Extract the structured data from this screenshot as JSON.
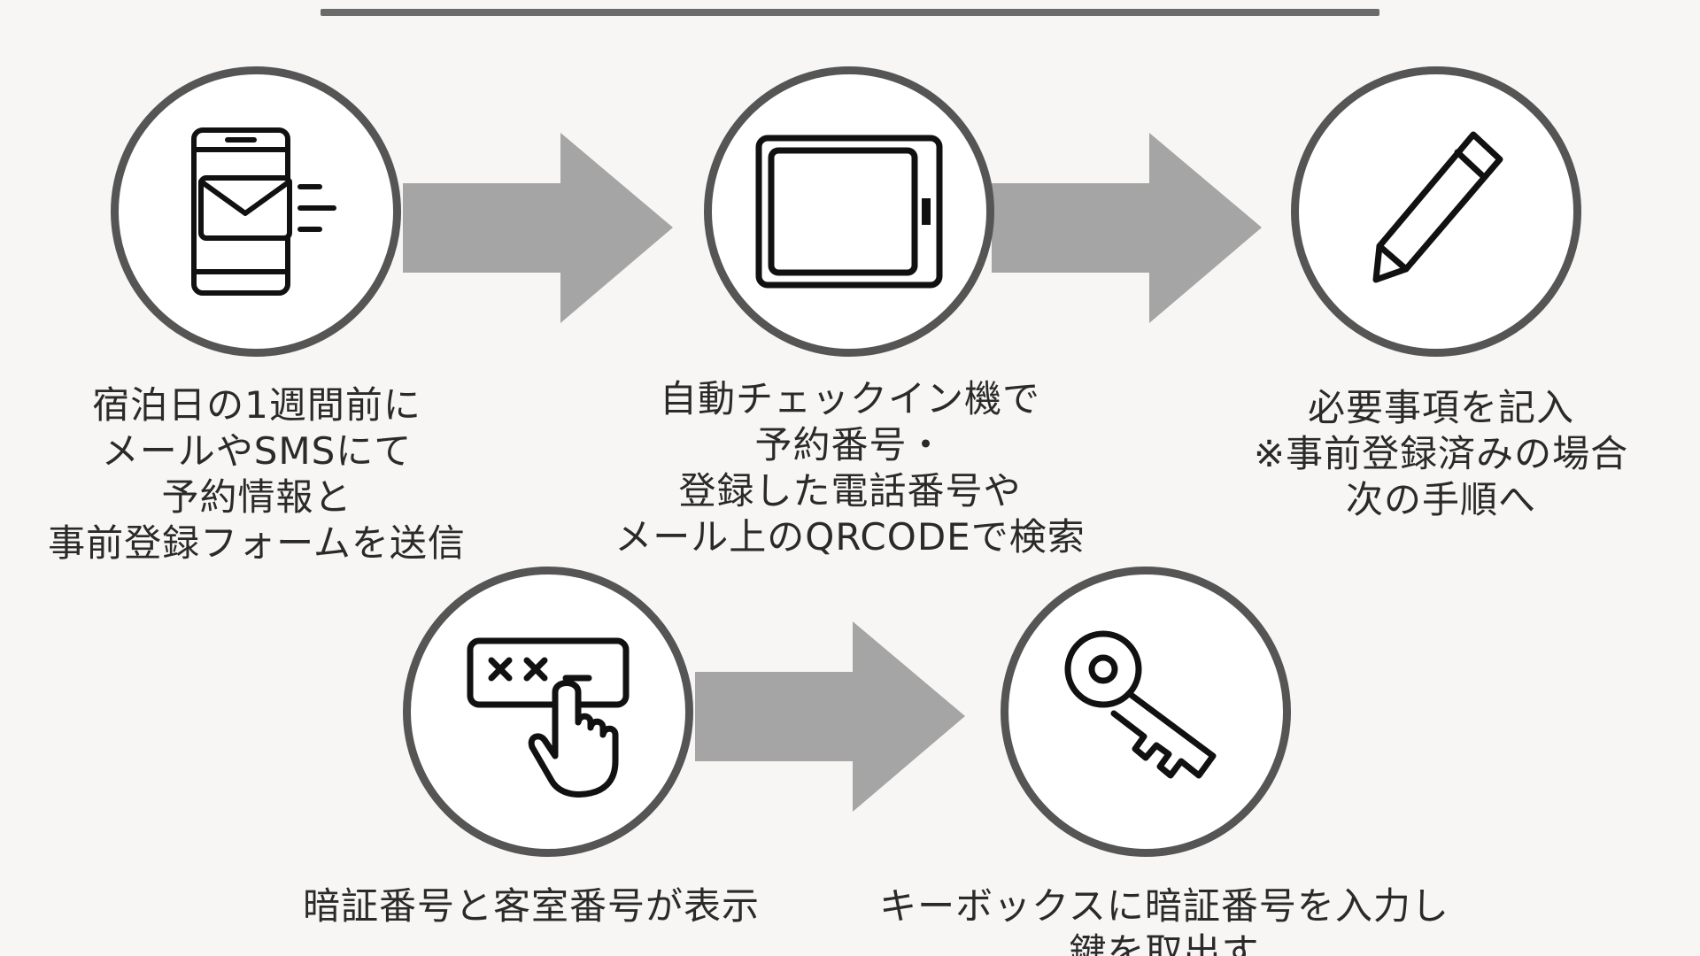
{
  "steps": [
    {
      "icon": "phone-mail-icon",
      "caption": "宿泊日の1週間前に\nメールやSMSにて\n予約情報と\n事前登録フォームを送信"
    },
    {
      "icon": "tablet-icon",
      "caption": "自動チェックイン機で\n予約番号・\n登録した電話番号や\nメール上のQRCODEで検索"
    },
    {
      "icon": "pencil-icon",
      "caption": "必要事項を記入\n※事前登録済みの場合\n次の手順へ"
    },
    {
      "icon": "keypad-touch-icon",
      "caption": "暗証番号と客室番号が表示"
    },
    {
      "icon": "key-icon",
      "caption": "キーボックスに暗証番号を入力し\n鍵を取出す"
    }
  ],
  "colors": {
    "background": "#f7f6f4",
    "circle_border": "#555555",
    "arrow_fill": "#a5a5a5",
    "rule": "#6b6b6b",
    "text": "#2a2a2a"
  }
}
